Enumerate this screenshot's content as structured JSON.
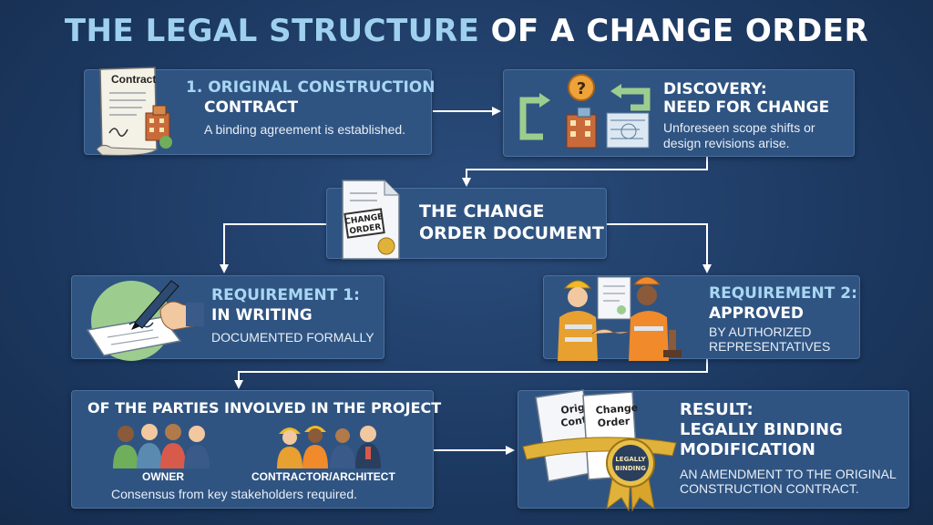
{
  "title": {
    "highlight": "THE LEGAL STRUCTURE",
    "rest": " OF A CHANGE ORDER"
  },
  "step1": {
    "number": "1.",
    "line1": "ORIGINAL CONSTRUCTION",
    "line2": "CONTRACT",
    "body": "A binding agreement is established.",
    "icon_label": "Contract"
  },
  "discovery": {
    "line1": "DISCOVERY:",
    "line2": "NEED FOR CHANGE",
    "body1": "Unforeseen scope shifts or",
    "body2": "design revisions arise."
  },
  "change_order": {
    "line1": "THE CHANGE",
    "line2": "ORDER DOCUMENT",
    "stamp1": "CHANGE",
    "stamp2": "ORDER"
  },
  "req1": {
    "line1": "REQUIREMENT 1:",
    "line2": "IN WRITING",
    "body": "DOCUMENTED FORMALLY"
  },
  "req2": {
    "line1": "REQUIREMENT 2:",
    "line2": "APPROVED",
    "body1": "BY AUTHORIZED",
    "body2": "REPRESENTATIVES"
  },
  "parties": {
    "heading": "OF THE PARTIES INVOLVED IN THE PROJECT",
    "owner": "OWNER",
    "contractor": "CONTRACTOR/ARCHITECT",
    "body": "Consensus from key stakeholders required."
  },
  "result": {
    "line1": "RESULT:",
    "line2": "LEGALLY BINDING",
    "line3": "MODIFICATION",
    "body1": "AN AMENDMENT TO THE ORIGINAL",
    "body2": "CONSTRUCTION CONTRACT.",
    "doc1a": "Original",
    "doc1b": "Contract",
    "doc2a": "Change",
    "doc2b": "Order",
    "seal1": "LEGALLY",
    "seal2": "BINDING"
  },
  "colors": {
    "background": "#1d3a63",
    "box": "#2f5482",
    "accent": "#a9d7f3",
    "arrow": "#ffffff",
    "gold": "#e0b23a",
    "green": "#9ccd8f"
  },
  "icons": [
    "contract-scroll-icon",
    "change-cycle-icon",
    "change-order-document-icon",
    "pen-signing-icon",
    "handshake-workers-icon",
    "owner-group-icon",
    "contractor-group-icon",
    "binding-seal-icon"
  ]
}
